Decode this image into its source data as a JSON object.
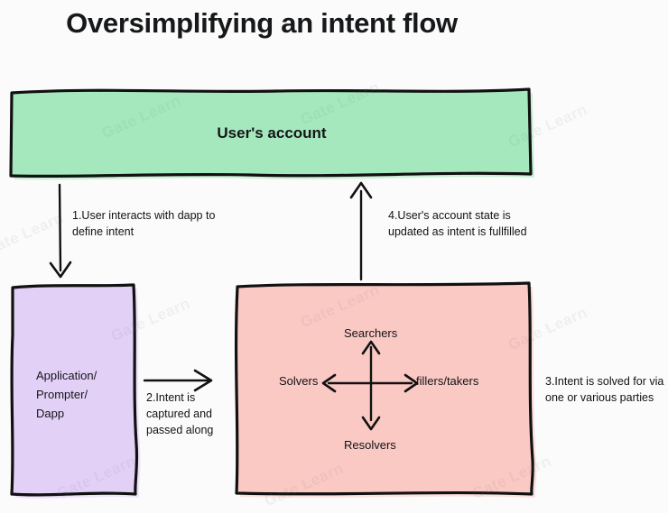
{
  "diagram": {
    "title": "Oversimplifying an intent flow",
    "background_color": "#fbfbfb",
    "watermark_text": "Gate Learn"
  },
  "nodes": {
    "user_account": {
      "label": "User's account",
      "fill": "#a5e8bd",
      "stroke": "#111111"
    },
    "application": {
      "label": "Application/\nPrompter/\nDapp",
      "line1": "Application/",
      "line2": "Prompter/",
      "line3": "Dapp",
      "fill": "#e3d0f7",
      "stroke": "#111111"
    },
    "solver_network": {
      "fill": "#fac9c4",
      "stroke": "#111111",
      "cross": {
        "top": "Searchers",
        "left": "Solvers",
        "right": "fillers/takers",
        "bottom": "Resolvers"
      }
    }
  },
  "steps": [
    {
      "id": "step1",
      "text": "1.User interacts with dapp to define intent",
      "direction": "down"
    },
    {
      "id": "step2",
      "text": "2.Intent is captured and passed along",
      "direction": "right"
    },
    {
      "id": "step3",
      "text": "3.Intent is solved for via one or various parties",
      "direction": "none"
    },
    {
      "id": "step4",
      "text": "4.User's account state is updated as intent is fullfilled",
      "direction": "up"
    }
  ]
}
